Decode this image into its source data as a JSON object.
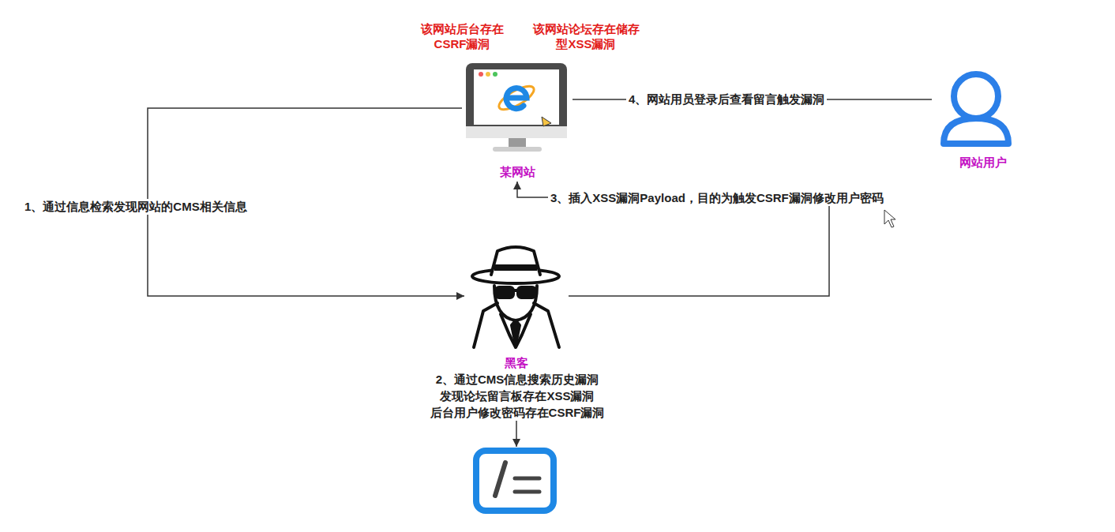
{
  "diagram": {
    "nodes": [
      {
        "text": [
          "某网站"
        ]
      },
      {
        "text": [
          "黑客"
        ]
      },
      {
        "text": [
          "网站用户"
        ]
      },
      {
        "text": []
      }
    ],
    "edges": [
      {
        "from": 0,
        "to": 1,
        "arrow": "to",
        "label": "1、通过信息检索发现网站的CMS相关信息"
      },
      {
        "from": 1,
        "to": 3,
        "arrow": "to",
        "label": "2、通过CMS信息搜索历史漏洞 发现论坛留言板存在XSS漏洞 后台用户修改密码存在CSRF漏洞"
      },
      {
        "from": 1,
        "to": 0,
        "arrow": "to",
        "label": "3、插入XSS漏洞Payload，目的为触发CSRF漏洞修改用户密码"
      },
      {
        "from": 2,
        "to": 0,
        "arrow": "none",
        "label": "4、网站用员登录后查看留言触发漏洞"
      }
    ],
    "labels": [
      "该网站后台存在 CSRF漏洞",
      "该网站论坛存在储存 型XSS漏洞"
    ]
  }
}
